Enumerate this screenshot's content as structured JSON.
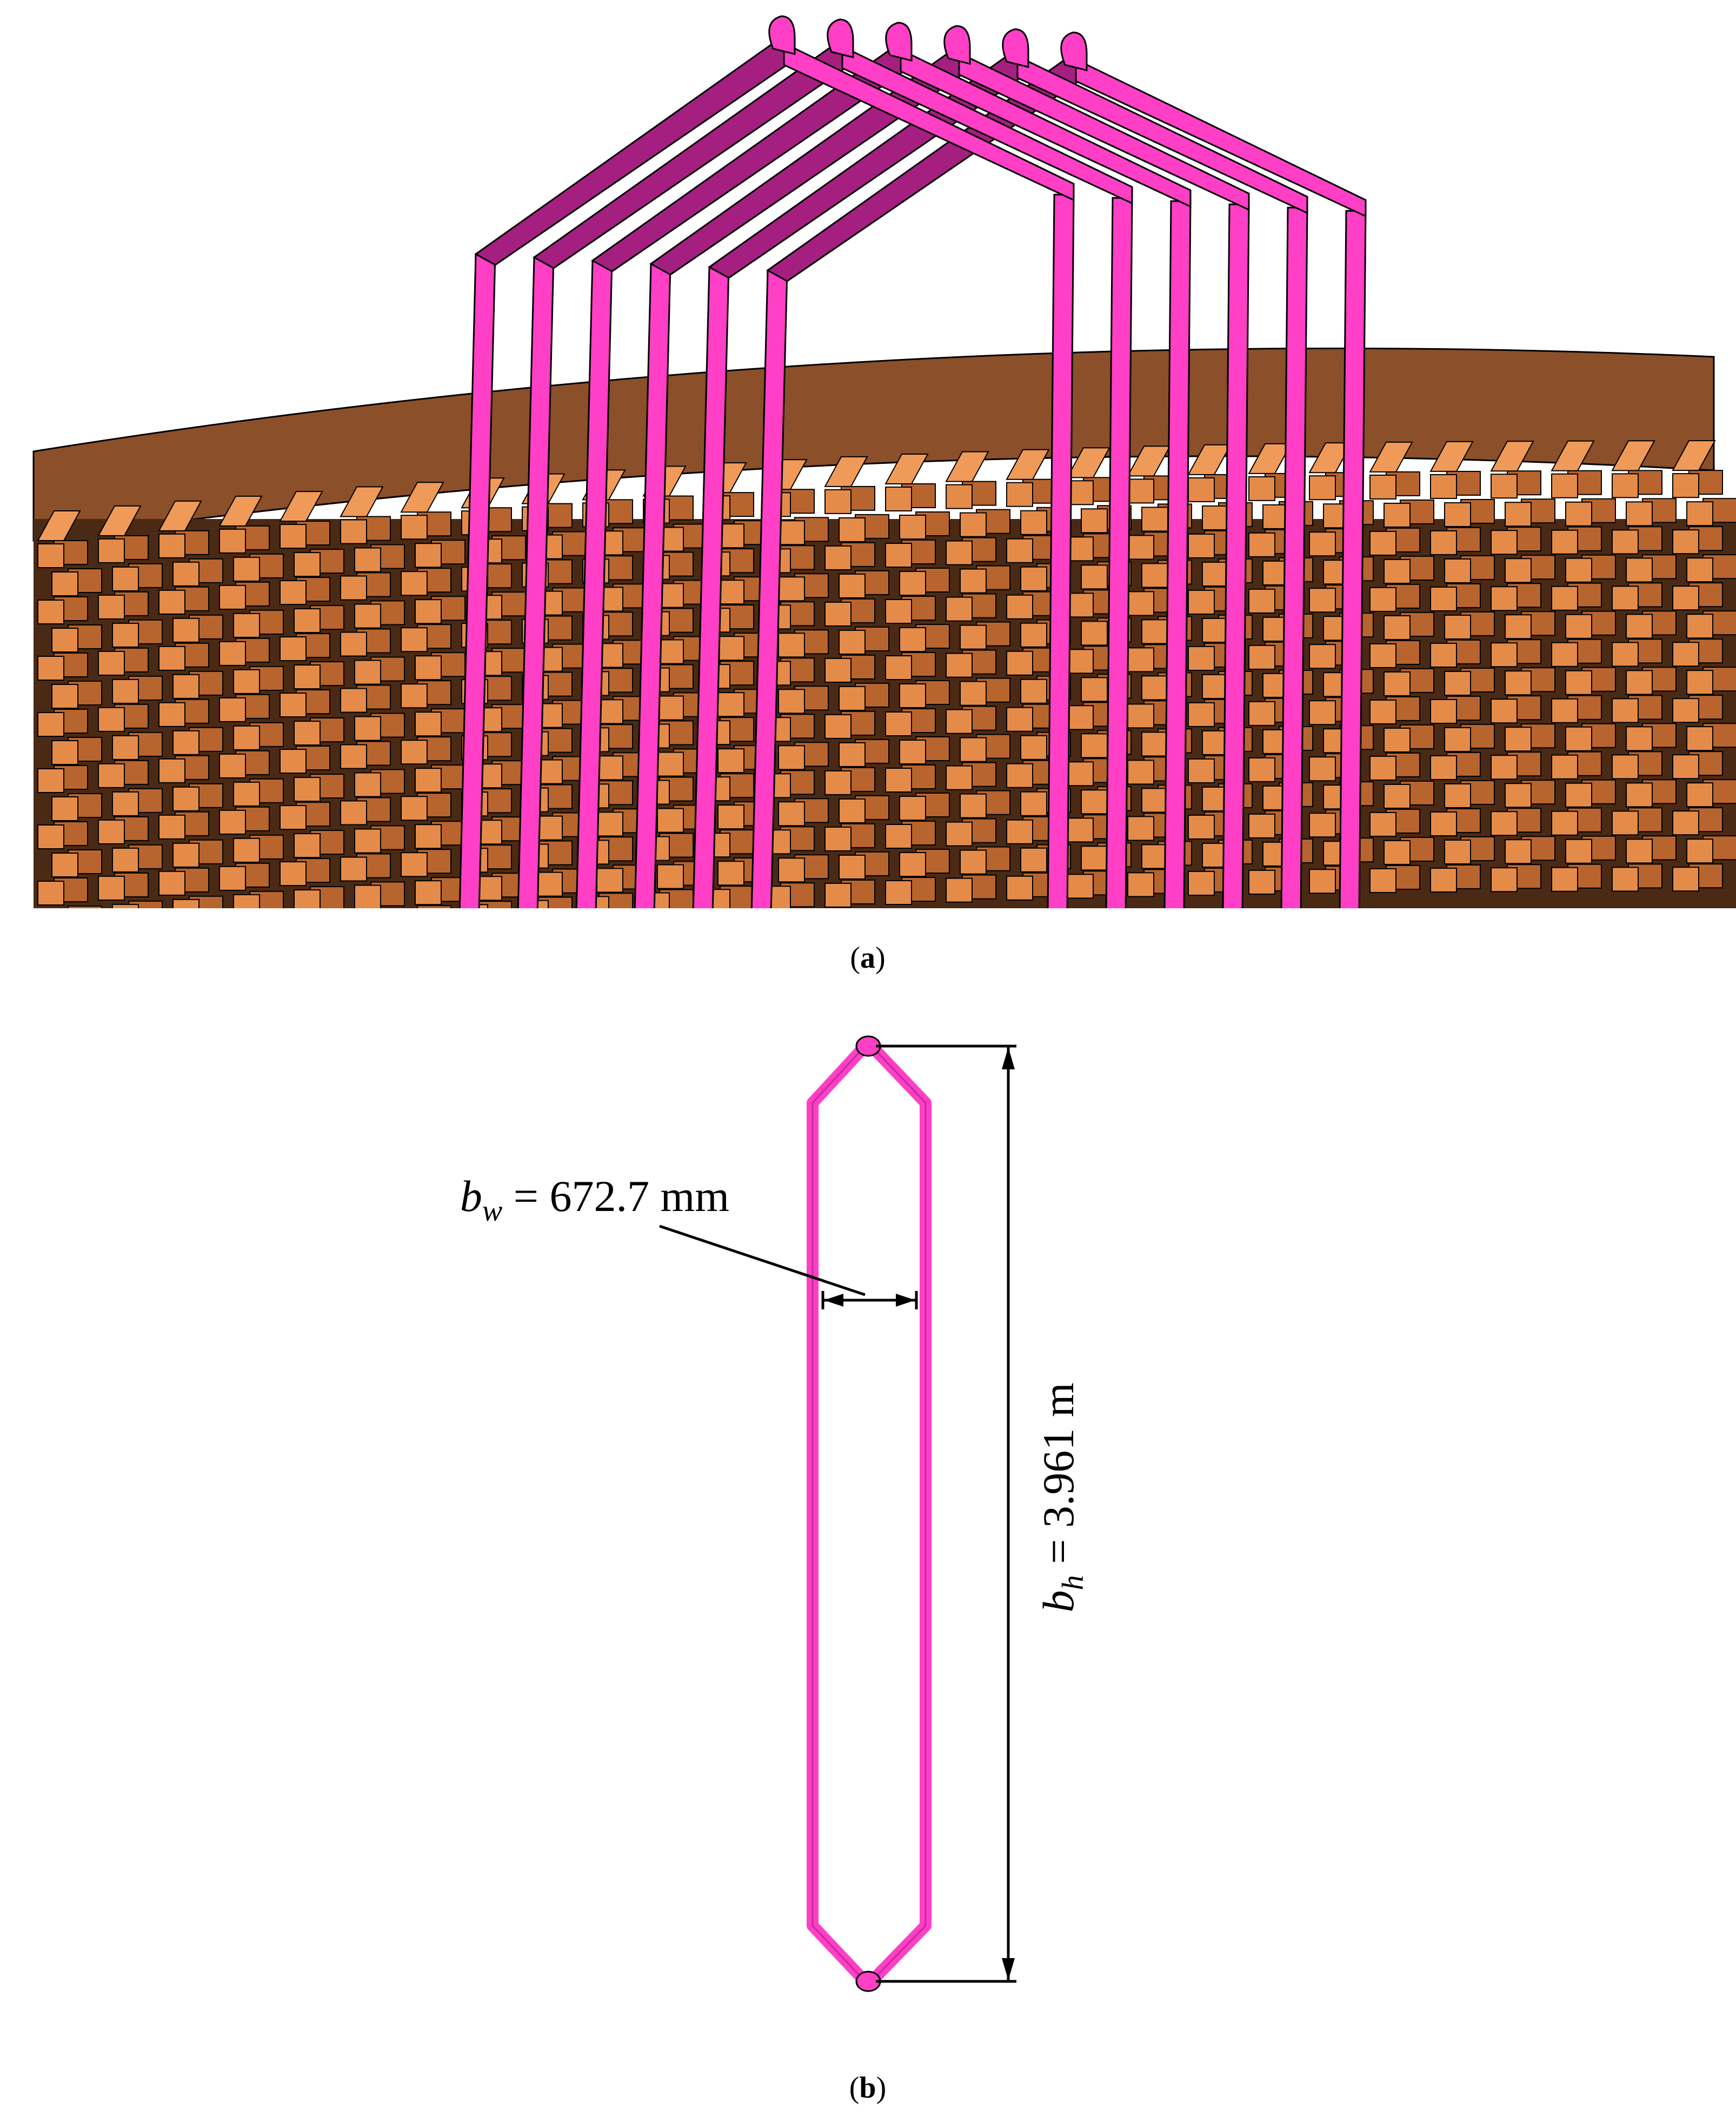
{
  "panel_a": {
    "caption_open": "(",
    "caption_letter": "a",
    "caption_close": ")",
    "colors": {
      "core_top": "#8b4f2a",
      "core_shadow": "#4a2a14",
      "tooth_face": "#e58b4a",
      "tooth_side": "#b8642f",
      "tooth_top": "#f09a5a",
      "coil_front": "#ff3fc6",
      "coil_side": "#d62aa3",
      "coil_dark": "#a51f80",
      "edge": "#000000"
    },
    "coil_count": 6
  },
  "panel_b": {
    "caption_open": "(",
    "caption_letter": "b",
    "caption_close": ")",
    "width_label": {
      "var": "b",
      "sub": "w",
      "eq": " = 672.7 mm"
    },
    "height_label": {
      "var": "b",
      "sub": "h",
      "eq": " = 3.961 m"
    },
    "colors": {
      "coil": "#ff3fc6",
      "coil_dark": "#c42a9a",
      "dim_line": "#000000"
    }
  }
}
